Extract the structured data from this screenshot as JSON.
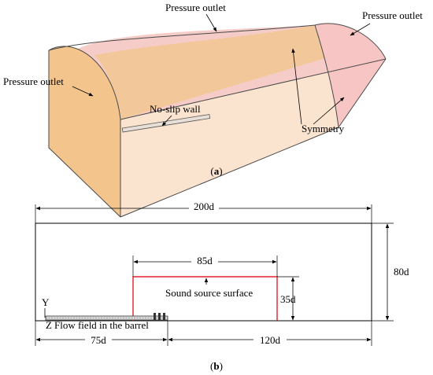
{
  "panel_a": {
    "caption_open": "(",
    "caption_letter": "a",
    "caption_close": ")",
    "labels": {
      "pressure_top": "Pressure outlet",
      "pressure_right": "Pressure outlet",
      "pressure_left": "Pressure outlet",
      "no_slip": "No-slip wall",
      "symmetry": "Symmetry"
    },
    "colors": {
      "top_face": "#f6ccc8",
      "front_face": "#fae3cf",
      "end_face_left": "#f4c48d",
      "end_face_right": "#f7c6c4",
      "inner_face": "#f2c79a",
      "outline": "#4a4a4a"
    }
  },
  "panel_b": {
    "caption_open": "(",
    "caption_letter": "b",
    "caption_close": ")",
    "dimensions": {
      "width_total": "200d",
      "height_total": "80d",
      "surface_width": "85d",
      "surface_height": "35d",
      "barrel_offset": "75d",
      "right_offset": "120d"
    },
    "labels": {
      "sound_source": "Sound source surface",
      "flow_field": "Flow field in the barrel",
      "axis_y": "Y",
      "axis_z": "Z"
    },
    "colors": {
      "sound_surface": "#e0202a",
      "lines": "#000000"
    }
  }
}
